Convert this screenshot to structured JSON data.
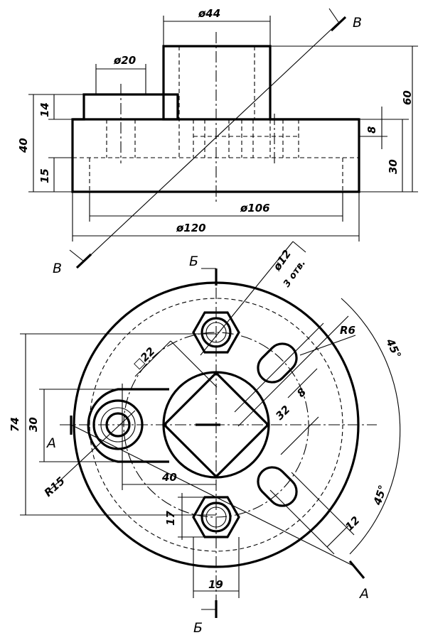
{
  "dimensions": {
    "d44": "ø44",
    "d20": "ø20",
    "h14": "14",
    "h40": "40",
    "h15": "15",
    "h60": "60",
    "h8": "8",
    "h30": "30",
    "d106": "ø106",
    "d120": "ø120",
    "d12": "ø12",
    "holes": "3 отв.",
    "r6": "R6",
    "a45_top": "45°",
    "a45_bot": "45°",
    "sq22": "□22",
    "s32": "32",
    "s8": "8",
    "v74": "74",
    "v30": "30",
    "r15": "R15",
    "h40_plan": "40",
    "n17": "17",
    "n12": "12",
    "n19": "19"
  },
  "section_labels": {
    "v_top": "В",
    "v_bottom": "В",
    "b_top": "Б",
    "b_bottom": "Б",
    "a_left": "А",
    "a_right": "А"
  }
}
